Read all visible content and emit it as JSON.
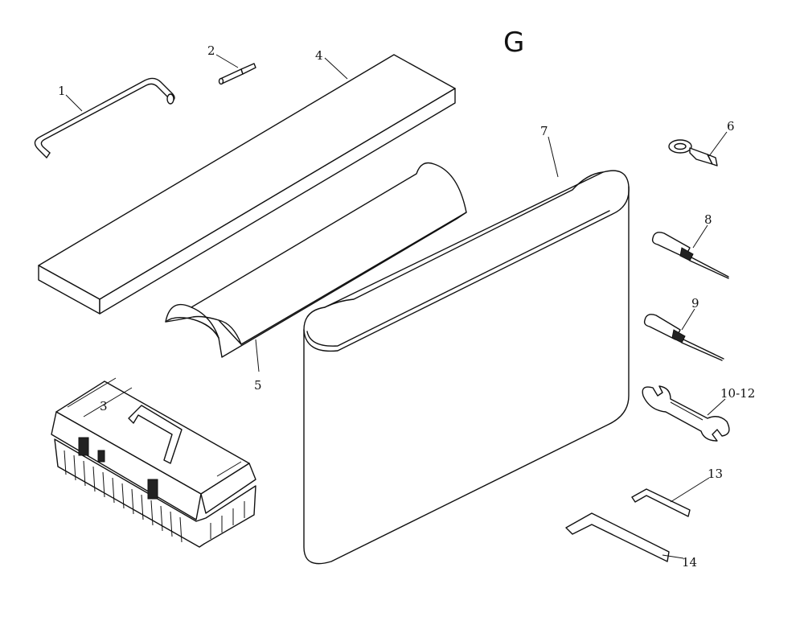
{
  "sheet_letter": "G",
  "callouts": {
    "c1": "1",
    "c2": "2",
    "c3": "3",
    "c4": "4",
    "c5": "5",
    "c6": "6",
    "c7": "7",
    "c8": "8",
    "c9": "9",
    "c10_12": "10-12",
    "c13": "13",
    "c14": "14"
  }
}
